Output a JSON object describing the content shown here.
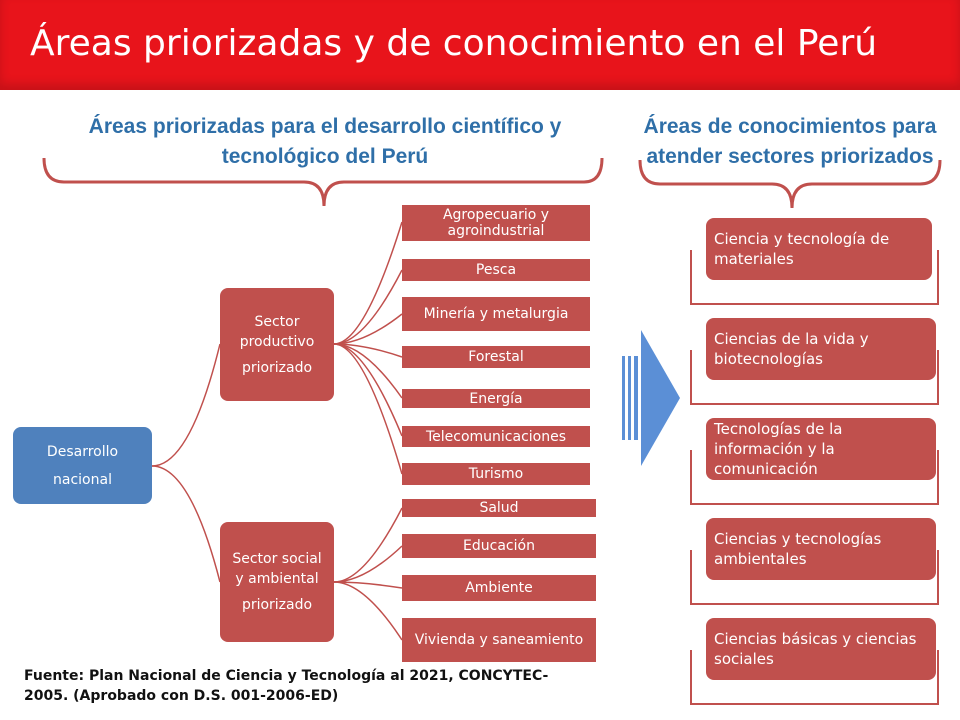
{
  "title": "Áreas priorizadas y de conocimiento en el Perú",
  "headings": {
    "left": "Áreas priorizadas para el desarrollo científico y tecnológico del Perú",
    "right": "Áreas de conocimientos para atender sectores priorizados"
  },
  "root": {
    "line1": "Desarrollo",
    "line2": "nacional"
  },
  "sectors": {
    "productive": {
      "line1": "Sector productivo",
      "line2": "priorizado"
    },
    "social": {
      "line1": "Sector social y ambiental",
      "line2": "priorizado"
    }
  },
  "productive_items": [
    "Agropecuario y agroindustrial",
    "Pesca",
    "Minería y metalurgia",
    "Forestal",
    "Energía",
    "Telecomunicaciones",
    "Turismo"
  ],
  "social_items": [
    "Salud",
    "Educación",
    "Ambiente",
    "Vivienda y saneamiento"
  ],
  "knowledge_areas": [
    "Ciencia y tecnología de materiales",
    "Ciencias de la vida y biotecnologías",
    "Tecnologías de la información y la comunicación",
    "Ciencias y tecnologías ambientales",
    "Ciencias básicas y ciencias sociales"
  ],
  "source": "Fuente: Plan Nacional de Ciencia y Tecnología al 2021, CONCYTEC-2005. (Aprobado con D.S. 001-2006-ED)",
  "colors": {
    "title_bar": "#e8141b",
    "box_red": "#c0504d",
    "box_blue": "#4f81bd",
    "heading": "#2f6fa8",
    "arrow": "#5b8fd6"
  }
}
